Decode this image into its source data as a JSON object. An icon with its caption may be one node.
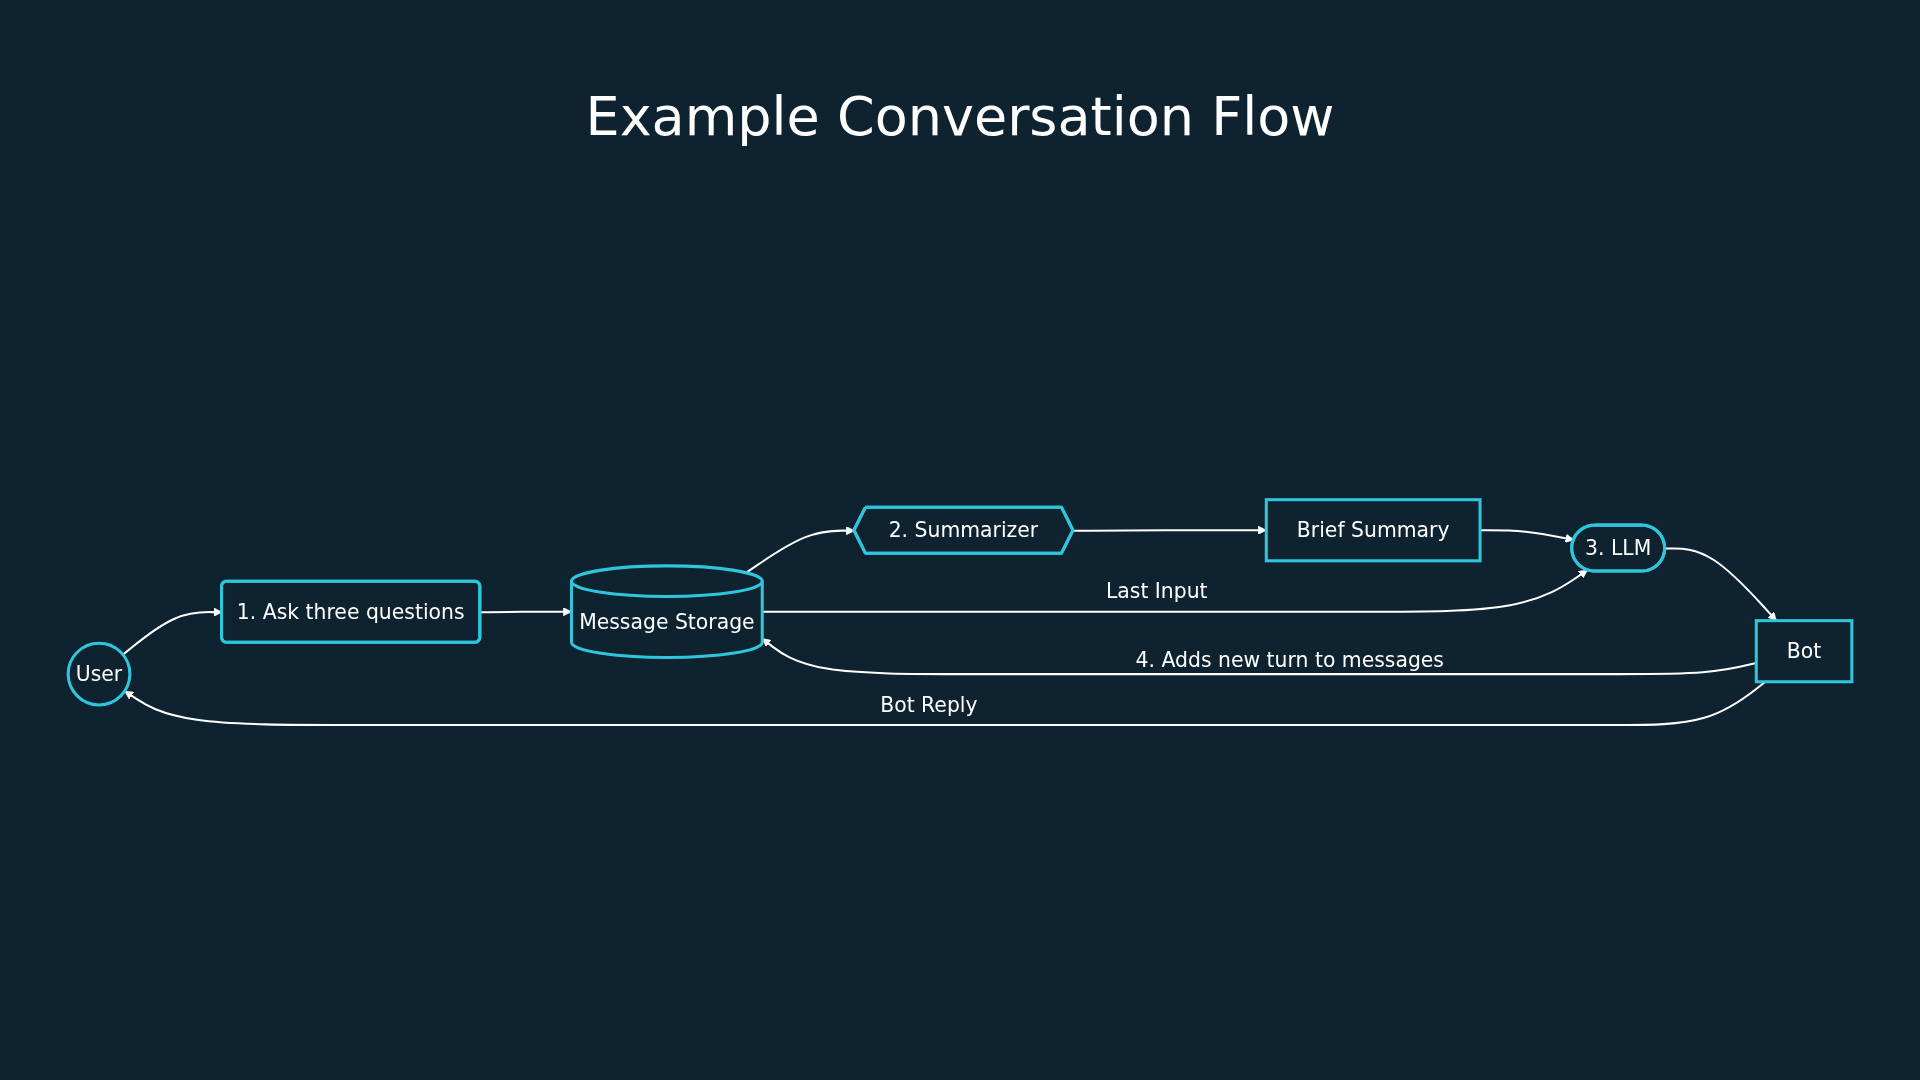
{
  "diagram": {
    "title": "Example Conversation Flow",
    "nodes": [
      {
        "text": [
          "User"
        ]
      },
      {
        "text": [
          "1. Ask three questions"
        ]
      },
      {
        "text": [
          "Message Storage"
        ]
      },
      {
        "text": [
          "2. Summarizer"
        ]
      },
      {
        "text": [
          "Brief Summary"
        ]
      },
      {
        "text": [
          "3. LLM"
        ]
      },
      {
        "text": [
          "Bot"
        ]
      }
    ],
    "edges": [
      {
        "from": 0,
        "to": 1,
        "arrow": "to"
      },
      {
        "from": 1,
        "to": 2,
        "arrow": "to"
      },
      {
        "from": 2,
        "to": 3,
        "arrow": "to"
      },
      {
        "from": 3,
        "to": 4,
        "arrow": "to"
      },
      {
        "from": 4,
        "to": 5,
        "arrow": "to"
      },
      {
        "from": 2,
        "to": 5,
        "label": "Last Input",
        "arrow": "to"
      },
      {
        "from": 5,
        "to": 6,
        "arrow": "to"
      },
      {
        "from": 6,
        "to": 2,
        "label": "4. Adds new turn to messages",
        "arrow": "to"
      },
      {
        "from": 6,
        "to": 0,
        "label": "Bot Reply",
        "arrow": "to"
      }
    ]
  }
}
